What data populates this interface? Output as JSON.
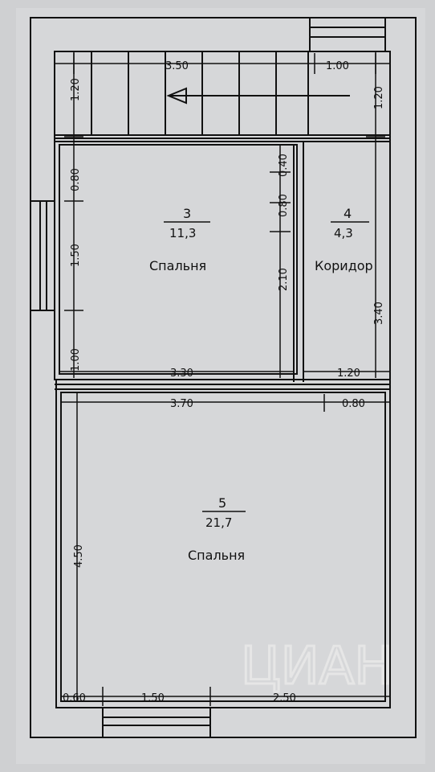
{
  "rooms": [
    {
      "number": "3",
      "area": "11,3",
      "name": "Спальня"
    },
    {
      "number": "4",
      "area": "4,3",
      "name": "Коридор"
    },
    {
      "number": "5",
      "area": "21,7",
      "name": "Спальня"
    }
  ],
  "dimensions": {
    "top_stair_width": "3.50",
    "top_right_width": "1.00",
    "stair_depth_left": "1.20",
    "stair_depth_right": "1.20",
    "room3_v1": "0.80",
    "room3_v2": "1.50",
    "room3_v3": "1.00",
    "room3_width": "3.30",
    "partition_v1": "0.40",
    "partition_v2": "0.80",
    "partition_v3": "2.10",
    "corridor_height": "3.40",
    "corridor_width": "1.20",
    "room5_width": "3.70",
    "room5_right": "0.80",
    "room5_height": "4.50",
    "bottom_left": "0.60",
    "bottom_mid": "1.50",
    "bottom_right": "2.50"
  },
  "watermark": "ЦИАН"
}
